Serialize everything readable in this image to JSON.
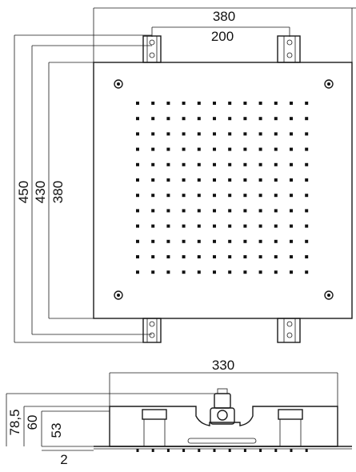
{
  "top_view": {
    "width_outer": "380",
    "width_inner": "200",
    "height_450": "450",
    "height_430": "430",
    "height_380": "380"
  },
  "side_view": {
    "width": "330",
    "h_785": "78,5",
    "h_60": "60",
    "h_53": "53",
    "thickness": "2"
  },
  "nozzle_grid": {
    "rows": 12,
    "cols": 12
  }
}
